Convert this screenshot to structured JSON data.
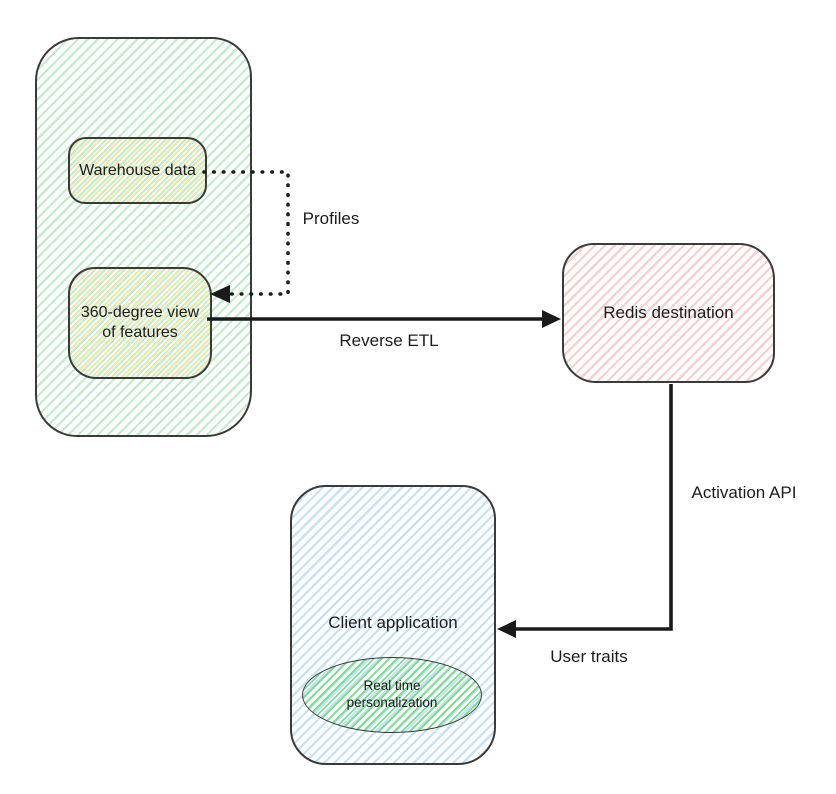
{
  "nodes": {
    "warehouse_group": {
      "shape": "container",
      "fill_hatch": "#c3ebcd"
    },
    "warehouse_data": {
      "label": "Warehouse data",
      "fill_hatch": "#ece8ae"
    },
    "view_360": {
      "label": "360-degree view of features",
      "fill_hatch": "#ece8ae"
    },
    "redis_destination": {
      "label": "Redis destination",
      "fill_hatch": "#f7cfcf"
    },
    "client_application": {
      "label": "Client application",
      "fill_hatch": "#c7e1f7"
    },
    "realtime_personalization": {
      "label": "Real time personalization",
      "fill_hatch": "#84da97",
      "shape": "ellipse"
    }
  },
  "edges": {
    "profiles": {
      "label": "Profiles",
      "style": "dotted",
      "from": "warehouse_data",
      "to": "view_360"
    },
    "reverse_etl": {
      "label": "Reverse ETL",
      "style": "solid",
      "from": "view_360",
      "to": "redis_destination"
    },
    "activation_api": {
      "label": "Activation API",
      "style": "solid",
      "from": "redis_destination",
      "to": "client_application"
    },
    "user_traits": {
      "label": "User traits",
      "style": "solid",
      "position": "below-arrow"
    }
  },
  "colors": {
    "stroke": "#3a3a3a",
    "arrow": "#1a1a1a",
    "text": "#1c1c1c",
    "background": "#ffffff"
  }
}
